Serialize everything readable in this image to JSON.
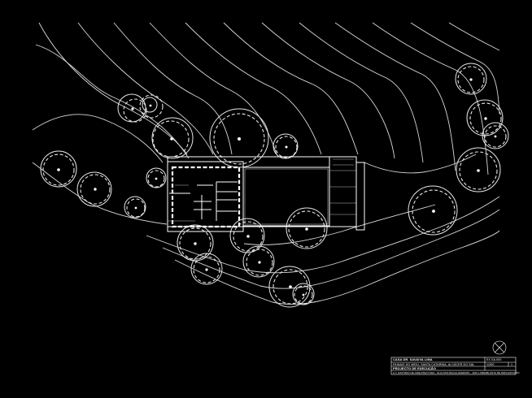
{
  "title_block": {
    "project_name": "CASA DR. SAVAIVA LIMA",
    "location": "PAINAIS DO MEIO, SANTA CATARINA, ALCÁCER DO SAL",
    "phase": "PROJECTO DE EXECUÇÃO",
    "author": "A.T. ESTÚDIO DE ARQUITECTURA · RUA DOS BACALHOEIROS · 1100 LISBOA",
    "ref_code": "EX.SA.000",
    "scale": "1/200",
    "sheet_no": "1",
    "drawing_title": "PLANTA DE IMPLANTAÇÃO"
  },
  "north_arrow": {
    "icon": "north-arrow-icon"
  },
  "colors": {
    "background": "#000000",
    "linework": "#ffffff"
  }
}
